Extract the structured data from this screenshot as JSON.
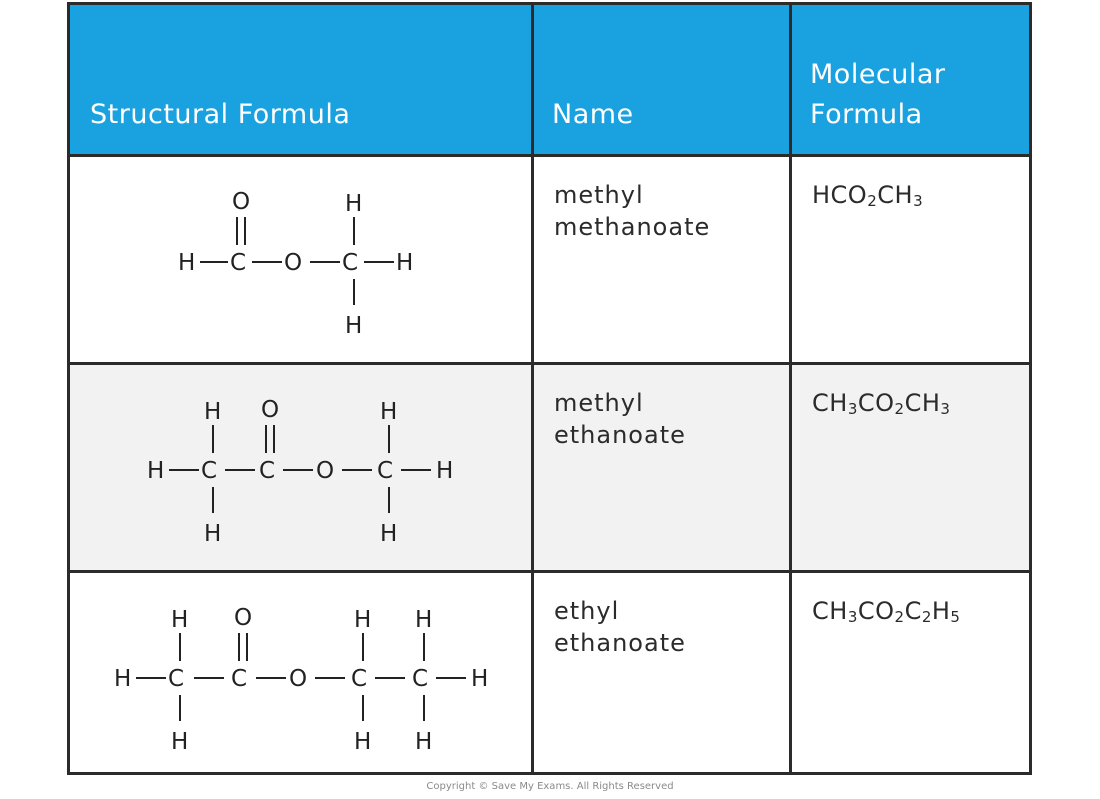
{
  "table": {
    "headers": {
      "structural": "Structural Formula",
      "name": "Name",
      "molecular_line1": "Molecular",
      "molecular_line2": "Formula"
    },
    "rows": [
      {
        "name_line1": "methyl",
        "name_line2": "methanoate",
        "formula_parts": [
          "HCO",
          "2",
          "CH",
          "3"
        ]
      },
      {
        "name_line1": "methyl",
        "name_line2": "ethanoate",
        "formula_parts": [
          "CH",
          "3",
          "CO",
          "2",
          "CH",
          "3"
        ]
      },
      {
        "name_line1": "ethyl",
        "name_line2": "ethanoate",
        "formula_parts": [
          "CH",
          "3",
          "CO",
          "2",
          "C",
          "2",
          "H",
          "5"
        ]
      }
    ]
  },
  "atoms": {
    "H": "H",
    "C": "C",
    "O": "O"
  },
  "footer": {
    "copyright": "Copyright © Save My Exams. All Rights Reserved"
  },
  "colors": {
    "header_bg": "#1aa1e0",
    "grid": "#2b2b2b",
    "shaded_row": "#f2f2f2"
  }
}
